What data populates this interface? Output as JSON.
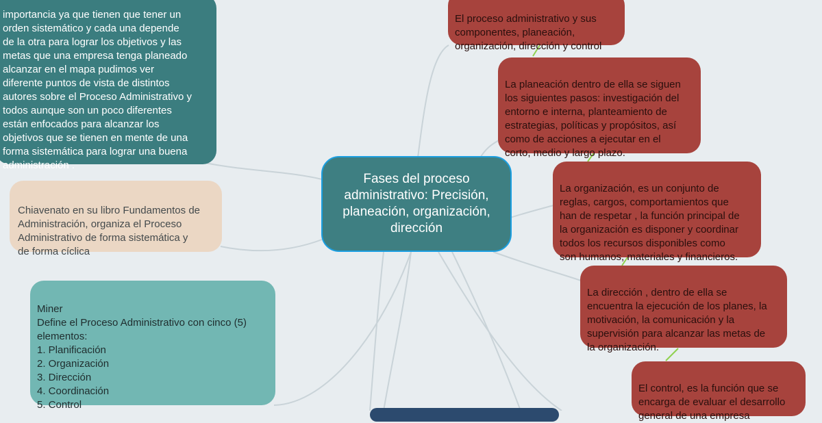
{
  "center": {
    "text": "Fases del proceso administrativo: Precisión, planeación, organización, dirección"
  },
  "left_nodes": {
    "conclusion": "importancia ya que tienen que tener un\norden sistemático  y cada una depende\nde la otra para lograr los objetivos y las\nmetas que una empresa tenga planeado\nalcanzar en el mapa pudimos ver\ndiferente puntos de vista de distintos\nautores sobre el Proceso Administrativo y\ntodos aunque son un poco diferentes\nestán enfocados para alcanzar los\nobjetivos que se tienen en mente de una\nforma sistemática para lograr una buena\nadministración .",
    "chiavenato": "Chiavenato en su libro Fundamentos de\nAdministración, organiza el Proceso\nAdministrativo de forma sistemática y\nde forma cíclica",
    "miner": "Miner\nDefine el Proceso Administrativo con cinco (5)\nelementos:\n1. Planificación\n2. Organización\n3. Dirección\n4. Coordinación\n5. Control"
  },
  "right_nodes": {
    "summary": "El proceso administrativo y sus\ncomponentes, planeación,\norganización, dirección y control",
    "planeacion": "La planeación dentro de ella se siguen\nlos siguientes pasos: investigación del\nentorno e interna, planteamiento de\nestrategias, políticas y propósitos, así\ncomo de acciones a ejecutar en el\ncorto, medio y largo plazo.",
    "organizacion": "La organización, es un conjunto de\nreglas, cargos, comportamientos que\nhan de respetar , la función principal de\nla organización es disponer y coordinar\ntodos los recursos disponibles como\nson humanos, materiales y financieros.",
    "direccion": "La dirección , dentro de ella se\nencuentra la ejecución de los planes, la\nmotivación, la comunicación y la\nsupervisión para alcanzar las metas de\nla organización.",
    "control": "El control, es la función que se\nencarga de evaluar el desarrollo\ngeneral de una empresa"
  },
  "colors": {
    "background": "#e8edf0",
    "center_fill": "#3e7f82",
    "center_border": "#1b9fe1",
    "dark_teal": "#3b7d7f",
    "beige": "#ebd7c4",
    "light_teal": "#72b7b3",
    "red": "#a7433d",
    "navy": "#2c4a6e",
    "connector": "#c9d3d8",
    "green_link": "#8fd14f"
  }
}
